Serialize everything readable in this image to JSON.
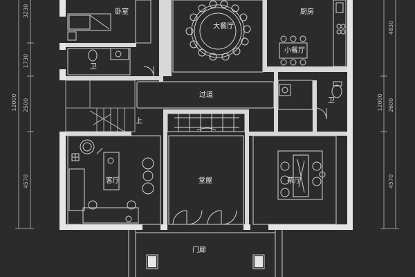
{
  "colors": {
    "background": "#2b2b2b",
    "wall": "#e6e6e6",
    "line": "#cfcfcf",
    "text": "#e8e8e8",
    "dim_text": "#bdbdbd"
  },
  "rooms": {
    "bedroom": "卧室",
    "grand_dining": "大餐厅",
    "kitchen": "厨房",
    "small_dining": "小餐厅",
    "wc_left": "卫",
    "wc_right": "卫",
    "corridor": "过道",
    "stair_up": "上",
    "living_room": "客厅",
    "main_hall": "堂屋",
    "tea_room": "茶厅",
    "porch": "门廊"
  },
  "dimensions": {
    "left": [
      "3230",
      "1730",
      "2500",
      "4570"
    ],
    "left_total": "12000",
    "right": [
      "4830",
      "2600",
      "4570"
    ],
    "right_total": "12000"
  }
}
